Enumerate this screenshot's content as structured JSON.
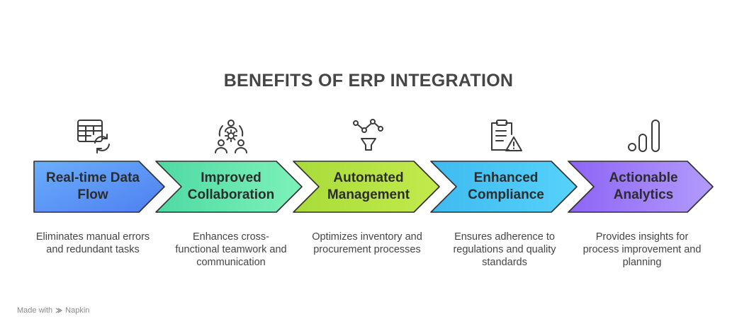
{
  "title": "BENEFITS OF ERP INTEGRATION",
  "steps": [
    {
      "label": "Real-time Data Flow",
      "description": "Eliminates manual errors and redundant tasks",
      "icon": "table-refresh-icon",
      "color_start": "#6aaefc",
      "color_end": "#4e7ff0"
    },
    {
      "label": "Improved Collaboration",
      "description": "Enhances cross-functional teamwork and communication",
      "icon": "team-gear-icon",
      "color_start": "#4fd9a4",
      "color_end": "#7df2b9"
    },
    {
      "label": "Automated Management",
      "description": "Optimizes inventory and procurement processes",
      "icon": "funnel-network-icon",
      "color_start": "#a8dc3a",
      "color_end": "#c3ea4d"
    },
    {
      "label": "Enhanced Compliance",
      "description": "Ensures adherence to regulations and quality standards",
      "icon": "clipboard-warning-icon",
      "color_start": "#3fbaf0",
      "color_end": "#56d2fb"
    },
    {
      "label": "Actionable Analytics",
      "description": "Provides insights for process improvement and planning",
      "icon": "signal-bars-icon",
      "color_start": "#8d64f5",
      "color_end": "#b29bfc"
    }
  ],
  "footer": {
    "prefix": "Made with",
    "brand": "Napkin"
  }
}
